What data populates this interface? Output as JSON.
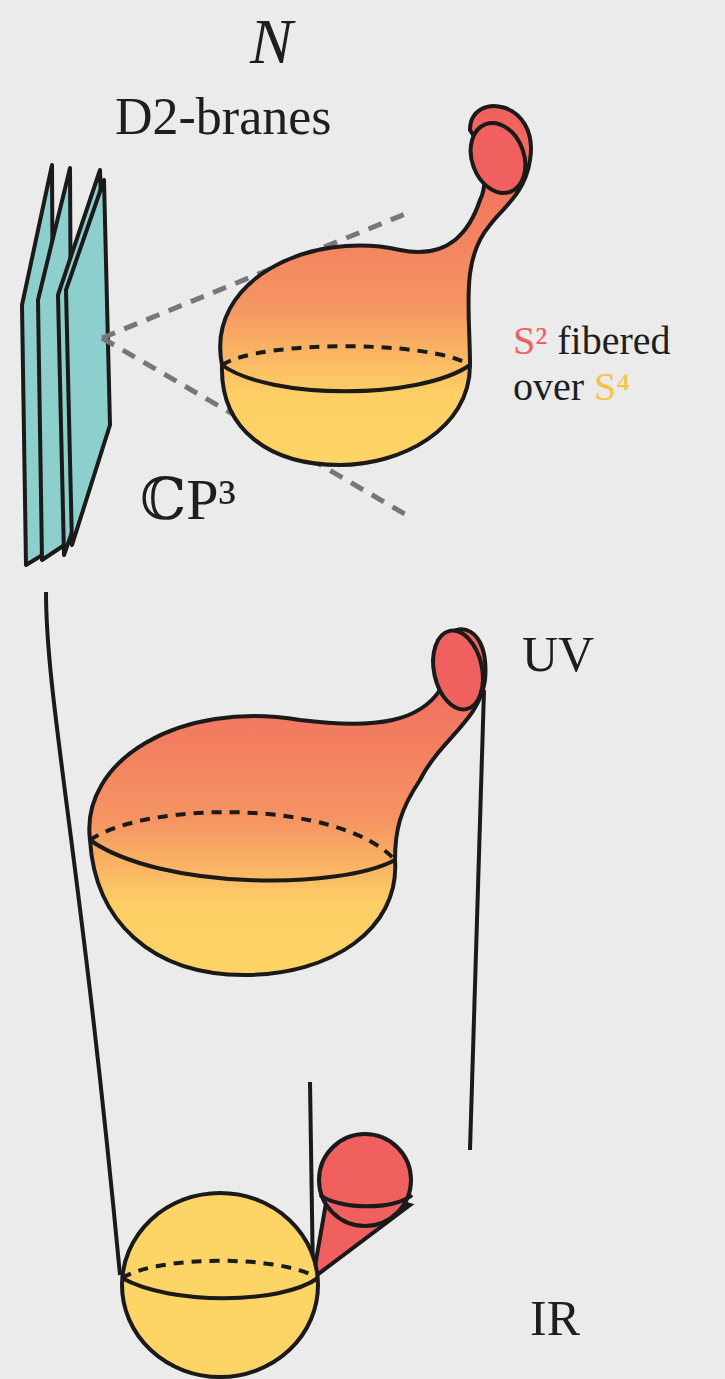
{
  "diagram": {
    "labels": [
      "N",
      "D2-branes",
      "ℂP³",
      "S² fibered over S⁴",
      "UV",
      "IR"
    ]
  }
}
